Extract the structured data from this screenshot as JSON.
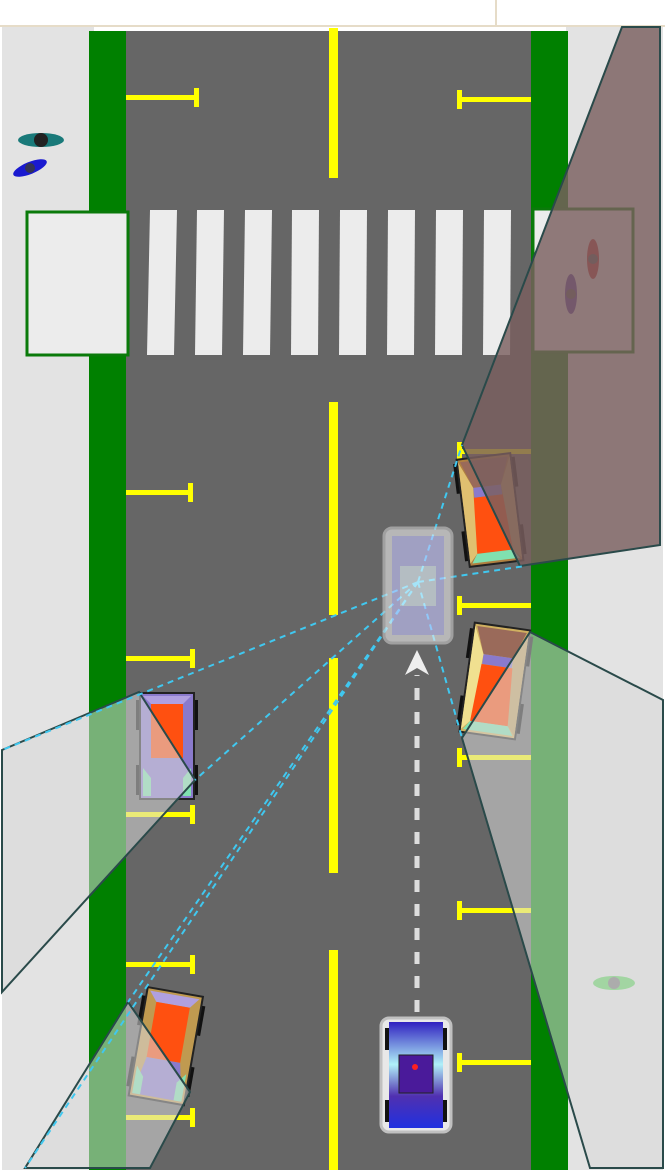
{
  "scene": {
    "description_free": true,
    "colors": {
      "background": "#ffffff",
      "sidewalk": "#e3e3e3",
      "road": "#666666",
      "curb": "#008000",
      "lane_line": "#ffff00",
      "parking_line": "#ffff00",
      "crosswalk": "#ececec",
      "sensor_ray": "#40c8f0",
      "occlusion_dark": "#7a5f5f",
      "occlusion_light": "#d6d6d6",
      "path_arrow": "#dddddd"
    },
    "pedestrians": [
      {
        "name": "pedestrian-teal",
        "color": "#1a7a7a"
      },
      {
        "name": "pedestrian-blue",
        "color": "#1a1ad0"
      },
      {
        "name": "pedestrian-red",
        "color": "#c03030"
      },
      {
        "name": "pedestrian-purple",
        "color": "#5a3aa0"
      },
      {
        "name": "pedestrian-green",
        "color": "#60d060"
      }
    ],
    "parked_cars": [
      {
        "name": "parked-car-right-upper",
        "body": "#ff5010"
      },
      {
        "name": "parked-car-right-lower",
        "body": "#ff5010"
      },
      {
        "name": "parked-car-left-upper",
        "body": "#ff5010"
      },
      {
        "name": "parked-car-left-lower",
        "body": "#ff5010"
      }
    ],
    "ego_vehicle": {
      "name": "ego-car",
      "body": "#5040c0",
      "ghost": "#c8c8ff"
    }
  }
}
